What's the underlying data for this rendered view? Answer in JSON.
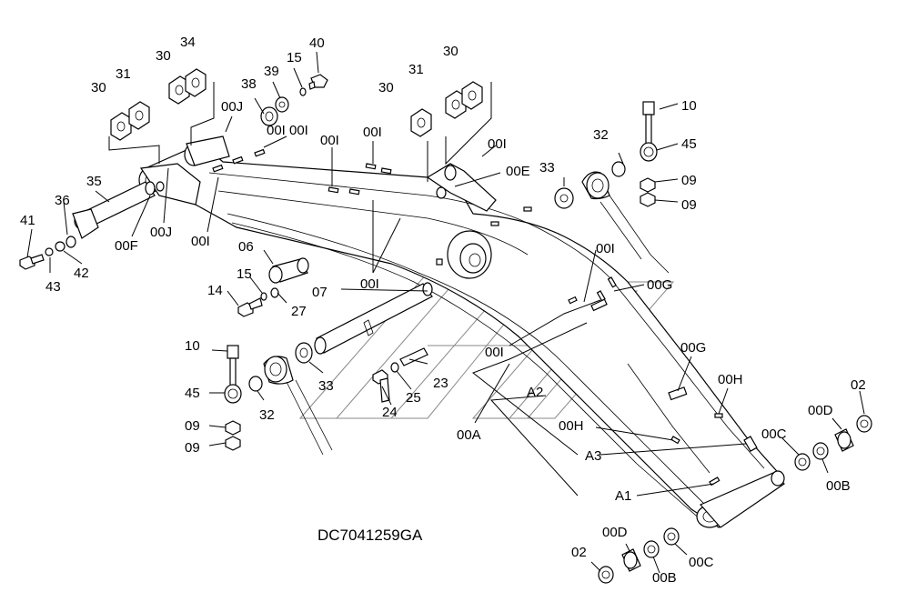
{
  "drawing_code": "DC7041259GA",
  "callouts": [
    {
      "id": "c-10a",
      "text": "10"
    },
    {
      "id": "c-45a",
      "text": "45"
    },
    {
      "id": "c-09a",
      "text": "09"
    },
    {
      "id": "c-09b",
      "text": "09"
    },
    {
      "id": "c-32a",
      "text": "32"
    },
    {
      "id": "c-33a",
      "text": "33"
    },
    {
      "id": "c-00Ia",
      "text": "00I"
    },
    {
      "id": "c-00Ea",
      "text": "00E"
    },
    {
      "id": "c-00Ib",
      "text": "00I"
    },
    {
      "id": "c-00Ic",
      "text": "00I"
    },
    {
      "id": "c-00Id",
      "text": "00I"
    },
    {
      "id": "c-30a",
      "text": "30"
    },
    {
      "id": "c-31a",
      "text": "31"
    },
    {
      "id": "c-30b",
      "text": "30"
    },
    {
      "id": "c-30c",
      "text": "30"
    },
    {
      "id": "c-34",
      "text": "34"
    },
    {
      "id": "c-30d",
      "text": "30"
    },
    {
      "id": "c-31b",
      "text": "31"
    },
    {
      "id": "c-40",
      "text": "40"
    },
    {
      "id": "c-15a",
      "text": "15"
    },
    {
      "id": "c-39",
      "text": "39"
    },
    {
      "id": "c-38",
      "text": "38"
    },
    {
      "id": "c-00Ja",
      "text": "00J"
    },
    {
      "id": "c-00Ie",
      "text": "00I"
    },
    {
      "id": "c-35",
      "text": "35"
    },
    {
      "id": "c-36",
      "text": "36"
    },
    {
      "id": "c-41",
      "text": "41"
    },
    {
      "id": "c-42",
      "text": "42"
    },
    {
      "id": "c-43",
      "text": "43"
    },
    {
      "id": "c-00F",
      "text": "00F"
    },
    {
      "id": "c-00Jb",
      "text": "00J"
    },
    {
      "id": "c-00If",
      "text": "00I"
    },
    {
      "id": "c-06",
      "text": "06"
    },
    {
      "id": "c-15b",
      "text": "15"
    },
    {
      "id": "c-14",
      "text": "14"
    },
    {
      "id": "c-27",
      "text": "27"
    },
    {
      "id": "c-00Ig",
      "text": "00I"
    },
    {
      "id": "c-07",
      "text": "07"
    },
    {
      "id": "c-00Ih",
      "text": "00I"
    },
    {
      "id": "c-00Ga",
      "text": "00G"
    },
    {
      "id": "c-00Ii",
      "text": "00I"
    },
    {
      "id": "c-00Gb",
      "text": "00G"
    },
    {
      "id": "c-00Ha",
      "text": "00H"
    },
    {
      "id": "c-02a",
      "text": "02"
    },
    {
      "id": "c-00Da",
      "text": "00D"
    },
    {
      "id": "c-00Ca",
      "text": "00C"
    },
    {
      "id": "c-00Ba",
      "text": "00B"
    },
    {
      "id": "c-00Hb",
      "text": "00H"
    },
    {
      "id": "c-A2",
      "text": "A2"
    },
    {
      "id": "c-A3",
      "text": "A3"
    },
    {
      "id": "c-A1",
      "text": "A1"
    },
    {
      "id": "c-00A",
      "text": "00A"
    },
    {
      "id": "c-23",
      "text": "23"
    },
    {
      "id": "c-25",
      "text": "25"
    },
    {
      "id": "c-24",
      "text": "24"
    },
    {
      "id": "c-33b",
      "text": "33"
    },
    {
      "id": "c-10b",
      "text": "10"
    },
    {
      "id": "c-45b",
      "text": "45"
    },
    {
      "id": "c-32b",
      "text": "32"
    },
    {
      "id": "c-09c",
      "text": "09"
    },
    {
      "id": "c-09d",
      "text": "09"
    },
    {
      "id": "c-02b",
      "text": "02"
    },
    {
      "id": "c-00Db",
      "text": "00D"
    },
    {
      "id": "c-00Bb",
      "text": "00B"
    },
    {
      "id": "c-00Cb",
      "text": "00C"
    }
  ]
}
